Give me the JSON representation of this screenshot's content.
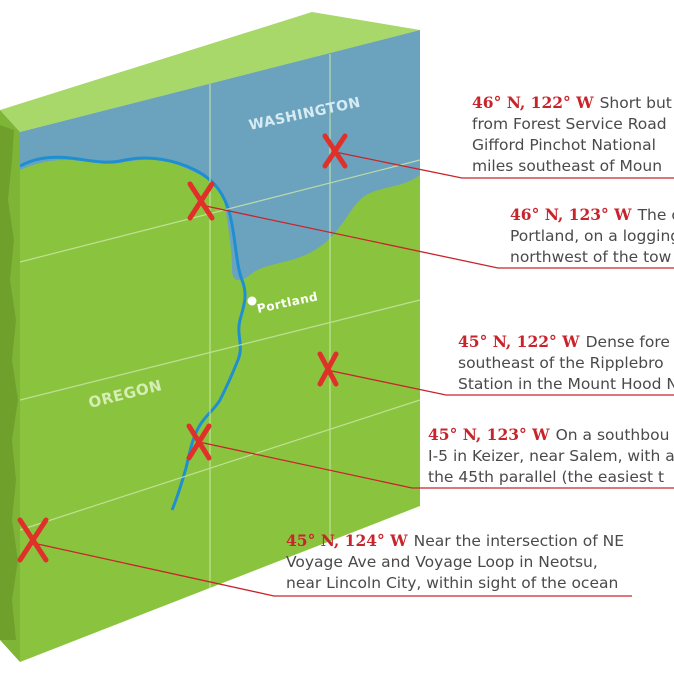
{
  "map": {
    "states": [
      {
        "id": "washington",
        "label": "WASHINGTON"
      },
      {
        "id": "oregon",
        "label": "OREGON"
      }
    ],
    "city": {
      "label": "Portland"
    },
    "colors": {
      "land": "#8ac43f",
      "land_light": "#a8d86a",
      "water": "#6ba3bf",
      "river": "#1f8fd1",
      "marker": "#e0302a",
      "leader": "#c8242b",
      "coord_text": "#c8242b",
      "body_text": "#4a4a4a"
    }
  },
  "callouts": [
    {
      "id": "46n122w",
      "coord": "46° N, 122° W",
      "lines": [
        "Short but",
        "from Forest Service Road",
        "Gifford Pinchot National",
        "miles southeast of Moun"
      ]
    },
    {
      "id": "46n123w",
      "coord": "46° N, 123° W",
      "lines": [
        "The c",
        "Portland, on a logging",
        "northwest of the tow"
      ]
    },
    {
      "id": "45n122w",
      "coord": "45° N, 122° W",
      "lines": [
        "Dense fore",
        "southeast of the Ripplebro",
        "Station in the Mount Hood N"
      ]
    },
    {
      "id": "45n123w",
      "coord": "45° N, 123° W",
      "lines": [
        "On a southbou",
        "I-5 in Keizer, near Salem, with a",
        "the 45th parallel (the easiest t"
      ]
    },
    {
      "id": "45n124w",
      "coord": "45° N, 124° W",
      "lines": [
        "Near the intersection of NE",
        "Voyage Ave and Voyage Loop in Neotsu,",
        "near Lincoln City, within sight of the ocean"
      ]
    }
  ]
}
